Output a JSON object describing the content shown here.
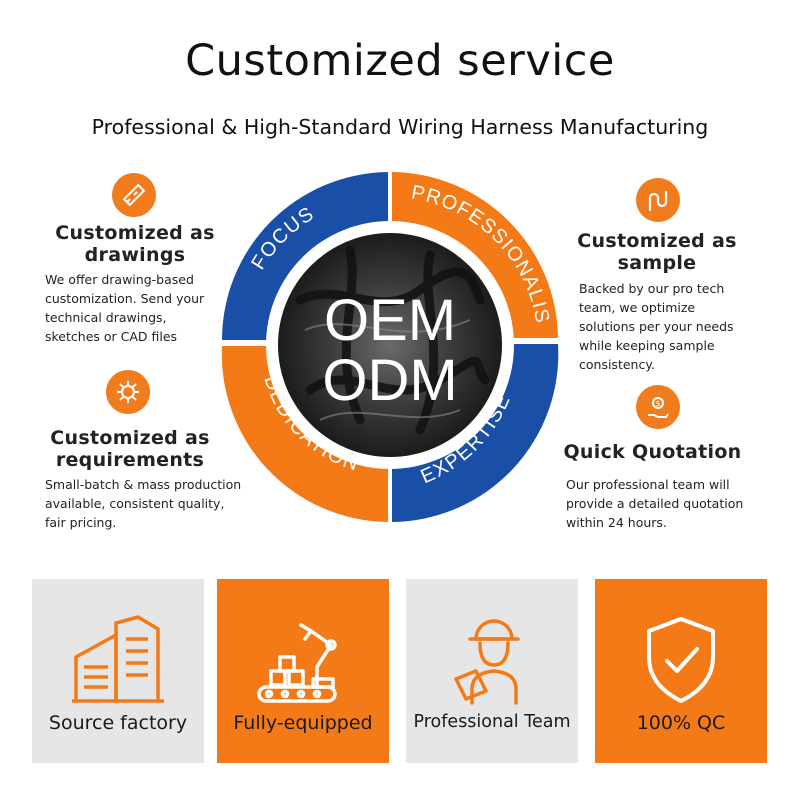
{
  "header": {
    "title": "Customized service",
    "subtitle": "Professional & High-Standard Wiring Harness Manufacturing"
  },
  "center": {
    "line1": "OEM",
    "line2": "ODM",
    "ring_labels": {
      "top_left": "FOCUS",
      "top_right": "PROFESSIONALIS",
      "bottom_right": "EXPERTISE",
      "bottom_left": "DEDICATION"
    }
  },
  "features": {
    "drawings": {
      "title_line1": "Customized as",
      "title_line2": "drawings",
      "lines": [
        "We offer drawing-based",
        "customization. Send your",
        "technical drawings,",
        "sketches or CAD files"
      ],
      "icon": "pencil-ruler-icon"
    },
    "requirements": {
      "title_line1": "Customized as",
      "title_line2": "requirements",
      "lines": [
        "Small-batch & mass production",
        "available, consistent quality,",
        "fair pricing."
      ],
      "icon": "gear-wrench-icon"
    },
    "sample": {
      "title_line1": "Customized as",
      "title_line2": "sample",
      "lines": [
        "Backed by our pro tech",
        "team, we optimize",
        "solutions per your needs",
        "while keeping sample",
        "consistency."
      ],
      "icon": "cable-icon"
    },
    "quotation": {
      "title": "Quick Quotation",
      "lines": [
        "Our professional team will",
        "provide a detailed quotation",
        "within 24 hours."
      ],
      "icon": "money-hand-icon"
    }
  },
  "tiles": [
    {
      "label": "Source factory",
      "icon": "factory-icon"
    },
    {
      "label": "Fully-equipped",
      "icon": "robot-arm-icon"
    },
    {
      "label": "Professional Team",
      "icon": "engineer-icon"
    },
    {
      "label": "100% QC",
      "icon": "shield-check-icon"
    }
  ],
  "colors": {
    "orange": "#f47a18",
    "blue": "#1a4fa8",
    "gray": "#e6e6e6"
  }
}
